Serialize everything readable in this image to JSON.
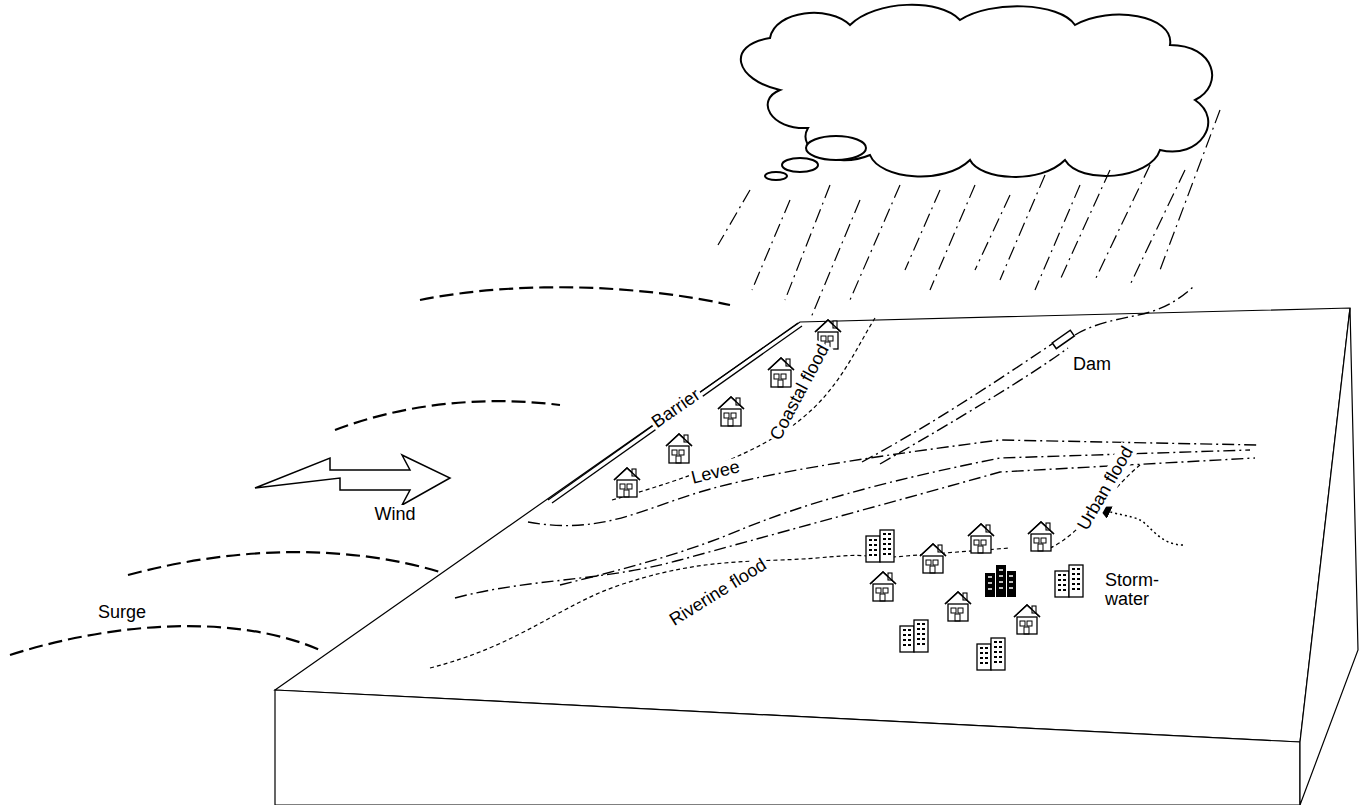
{
  "diagram": {
    "labels": [
      "Barrier",
      "Coastal flood",
      "Dam",
      "Wind",
      "Levee",
      "Urban flood",
      "Storm- water",
      "Riverine flood",
      "Surge"
    ]
  }
}
